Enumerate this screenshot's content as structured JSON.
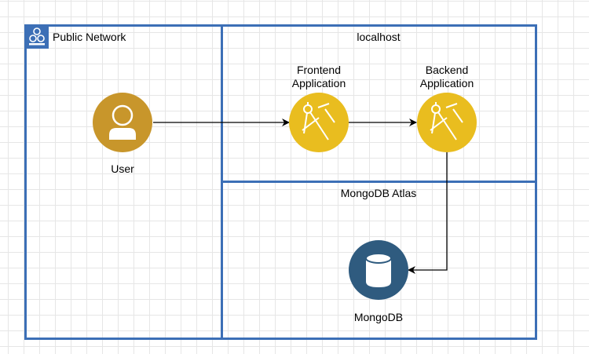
{
  "groups": {
    "public_network": {
      "label": "Public Network",
      "icon": "public-network-icon"
    },
    "localhost": {
      "label": "localhost"
    },
    "mongodb_atlas": {
      "label": "MongoDB Atlas"
    }
  },
  "nodes": {
    "user": {
      "label": "User",
      "icon": "user-icon",
      "color": "#c8962b"
    },
    "frontend": {
      "label_line1": "Frontend",
      "label_line2": "Application",
      "icon": "compass-icon",
      "color": "#e9bd1f"
    },
    "backend": {
      "label_line1": "Backend",
      "label_line2": "Application",
      "icon": "compass-icon",
      "color": "#e9bd1f"
    },
    "mongodb": {
      "label": "MongoDB",
      "icon": "database-icon",
      "color": "#2f5b7f"
    }
  },
  "edges": [
    {
      "from": "User",
      "to": "Frontend Application"
    },
    {
      "from": "Frontend Application",
      "to": "Backend Application"
    },
    {
      "from": "Backend Application",
      "to": "MongoDB"
    }
  ],
  "colors": {
    "group_border": "#3c6fb6",
    "arrow": "#000000"
  }
}
